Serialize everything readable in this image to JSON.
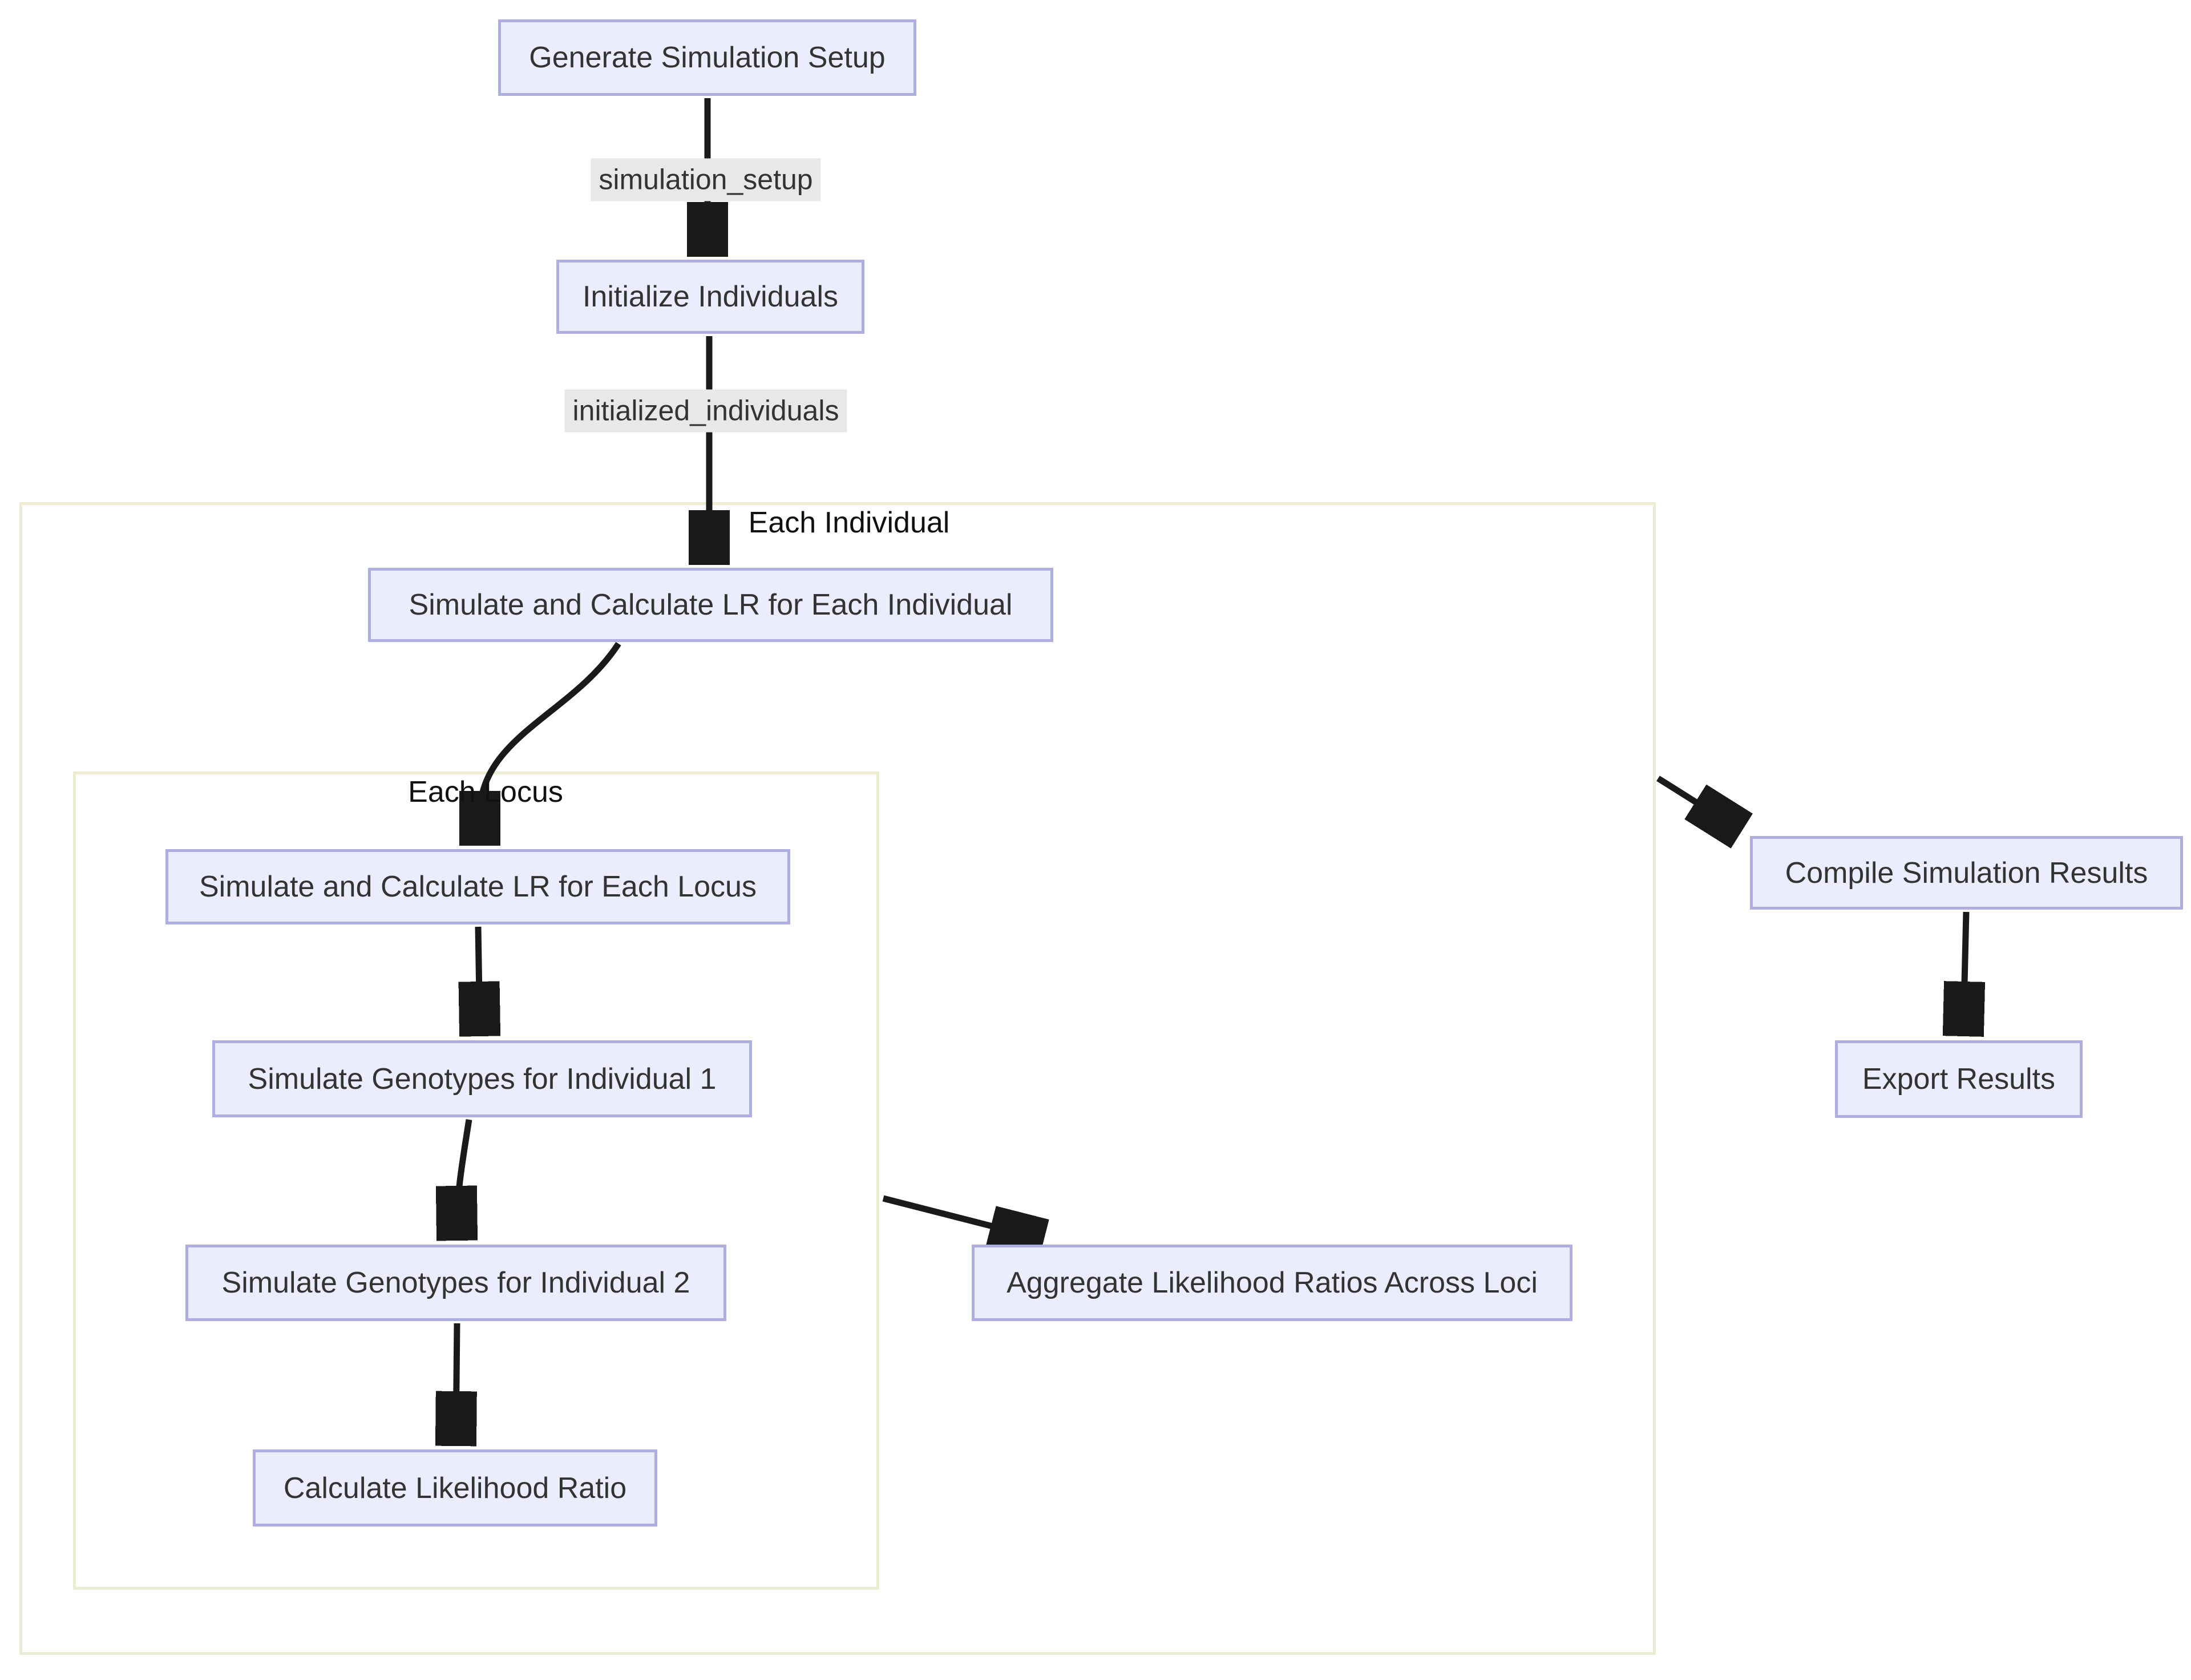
{
  "diagram": {
    "type": "flowchart-top-down",
    "nodes": {
      "generate_setup": {
        "label": "Generate Simulation Setup"
      },
      "initialize_individuals": {
        "label": "Initialize Individuals"
      },
      "simulate_lr_individual": {
        "label": "Simulate and Calculate LR for Each Individual"
      },
      "simulate_lr_locus": {
        "label": "Simulate and Calculate LR for Each Locus"
      },
      "simulate_genotypes_1": {
        "label": "Simulate Genotypes for Individual 1"
      },
      "simulate_genotypes_2": {
        "label": "Simulate Genotypes for Individual 2"
      },
      "calculate_lr": {
        "label": "Calculate Likelihood Ratio"
      },
      "aggregate_lr": {
        "label": "Aggregate Likelihood Ratios Across Loci"
      },
      "compile_results": {
        "label": "Compile Simulation Results"
      },
      "export_results": {
        "label": "Export Results"
      }
    },
    "clusters": {
      "each_individual": {
        "title": "Each Individual"
      },
      "each_locus": {
        "title": "Each Locus"
      }
    },
    "edge_labels": {
      "simulation_setup": "simulation_setup",
      "initialized_individuals": "initialized_individuals"
    },
    "colors": {
      "node_fill": "#ECECFF",
      "node_border": "#AEAEE0",
      "cluster_border": "#EDEDD6",
      "edge": "#1A1A1A",
      "edge_label_bg": "#E8E8E8",
      "text": "#333333"
    }
  }
}
